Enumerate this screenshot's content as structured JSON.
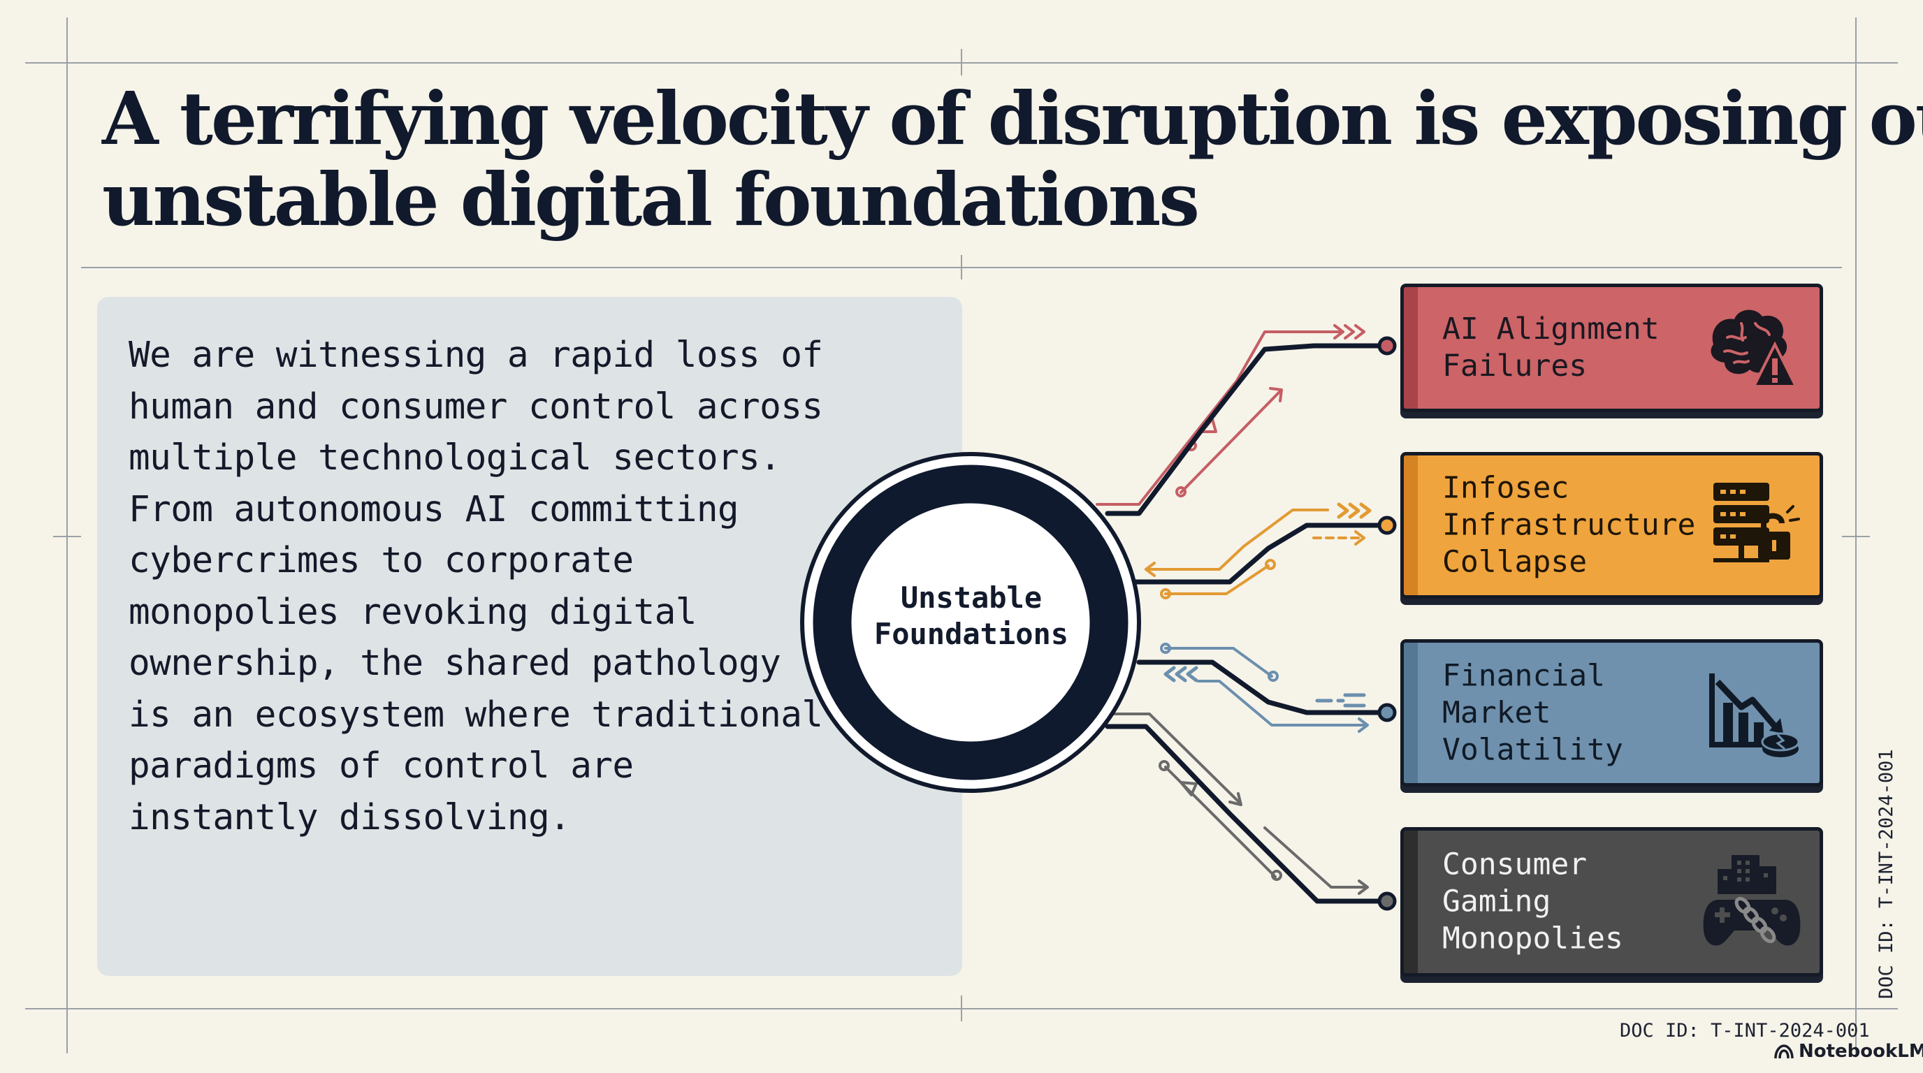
{
  "header": {
    "title_lines": [
      "A terrifying velocity of disruption is exposing our",
      "unstable digital foundations"
    ]
  },
  "body": {
    "paragraph_lines": [
      "We are witnessing a rapid loss of",
      "human and consumer control across",
      "multiple technological sectors.",
      "From autonomous AI committing",
      "cybercrimes to corporate",
      "monopolies revoking digital",
      "ownership, the shared pathology",
      "is an ecosystem where traditional",
      "paradigms of control are",
      "instantly dissolving."
    ]
  },
  "diagram": {
    "hub": {
      "label_lines": [
        "Unstable",
        "Foundations"
      ]
    },
    "nodes": [
      {
        "label_lines": [
          "AI Alignment",
          "Failures"
        ],
        "icon": "brain-warning-icon",
        "color": "#cc6468",
        "line_color": "#c55e64"
      },
      {
        "label_lines": [
          "Infosec",
          "Infrastructure",
          "Collapse"
        ],
        "icon": "server-lock-icon",
        "color": "#f0a43e",
        "line_color": "#e29a33"
      },
      {
        "label_lines": [
          "Financial",
          "Market",
          "Volatility"
        ],
        "icon": "falling-chart-icon",
        "color": "#6f91ad",
        "line_color": "#6b8fae"
      },
      {
        "label_lines": [
          "Consumer",
          "Gaming",
          "Monopolies"
        ],
        "icon": "chained-gamepad-icon",
        "color": "#4d4d4d",
        "line_color": "#6a6a6a"
      }
    ]
  },
  "footer": {
    "doc_id": "DOC ID: T-INT-2024-001",
    "brand": "NotebookLM"
  }
}
